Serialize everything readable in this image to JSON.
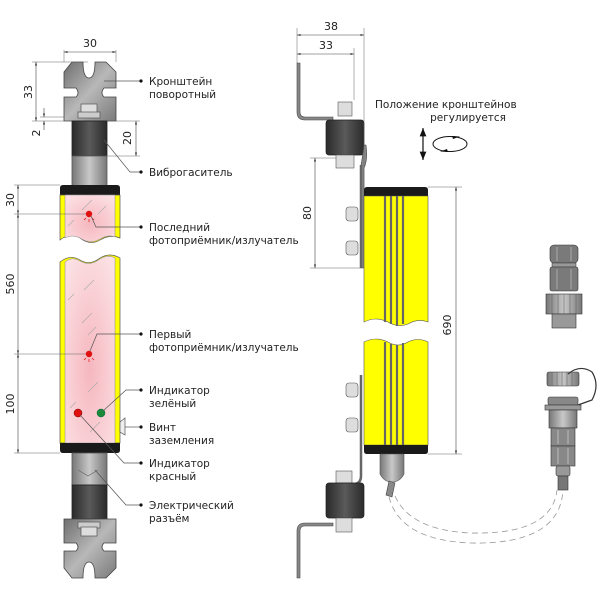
{
  "dimensions": {
    "front_width": "30",
    "bracket_height": "33",
    "gap": "2",
    "damper_height": "20",
    "top_offset": "30",
    "detection_height": "560",
    "bottom_offset": "100",
    "side_width_total": "38",
    "side_width_bracket": "33",
    "bracket_spacing": "80",
    "total_length": "690"
  },
  "labels": {
    "bracket_rotary": [
      "Кронштейн",
      "поворотный"
    ],
    "vibration_damper": [
      "Виброгаситель"
    ],
    "last_receiver": [
      "Последний",
      "фотоприёмник/излучатель"
    ],
    "first_receiver": [
      "Первый",
      "фотоприёмник/излучатель"
    ],
    "indicator_green": [
      "Индикатор",
      "зелёный"
    ],
    "ground_screw": [
      "Винт",
      "заземления"
    ],
    "indicator_red": [
      "Индикатор",
      "красный"
    ],
    "connector": [
      "Электрический",
      "разъём"
    ],
    "bracket_adjust": [
      "Положение кронштейнов",
      "регулируется"
    ]
  },
  "colors": {
    "housing_yellow": "#ffff00",
    "window_pink": "#f9d0d4",
    "end_cap": "#1a1a1a",
    "led_red": "#e01010",
    "led_green": "#1a8a3a",
    "metal_gray": "#8a8a8a",
    "damper_dark": "#3a3a3a"
  }
}
